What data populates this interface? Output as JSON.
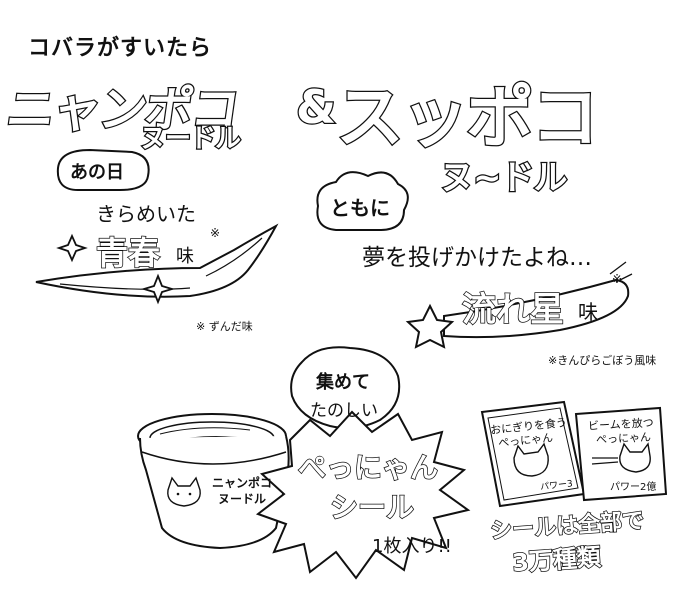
{
  "left": {
    "subtitle": "コバラがすいたら",
    "brand_main": "ニャンポコ",
    "brand_sub": "ヌードル",
    "balloon_text": "あの日",
    "tagline": "きらめいた",
    "flavor_name": "青春",
    "flavor_suffix": "味",
    "flavor_mark": "※",
    "footnote": "※ ずんだ味"
  },
  "right": {
    "prefix": "&",
    "brand_main": "スッポコ",
    "brand_sub": "ヌ~ドル",
    "balloon_text": "ともに",
    "tagline": "夢を投げかけたよね…",
    "flavor_name": "流れ星",
    "flavor_suffix": "味",
    "flavor_mark": "※",
    "footnote": "※きんぴらごぼう風味"
  },
  "cup": {
    "label_line1": "ニャンポコ",
    "label_line2": "ヌードル"
  },
  "promo": {
    "bubble_line1": "集めて",
    "bubble_line2": "たのしい",
    "burst_line1": "ぺっにゃん",
    "burst_line2": "シール",
    "count": "1枚入り!!"
  },
  "stickers": {
    "card1_line1": "おにぎりを食う",
    "card1_line2": "ぺっにゃん",
    "card1_power": "パワー3",
    "card2_line1": "ビームを放つ",
    "card2_line2": "ぺっにゃん",
    "card2_power": "パワー2億",
    "total_line1": "シールは全部で",
    "total_line2": "3万種類"
  }
}
